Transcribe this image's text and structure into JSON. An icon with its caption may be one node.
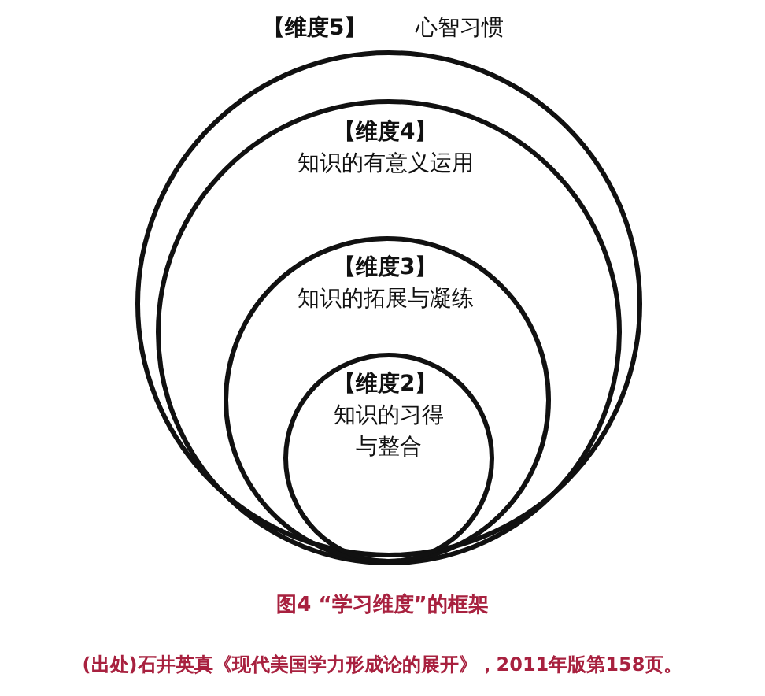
{
  "diagram": {
    "caption": "图4 “学习维度”的框架",
    "nodes": [
      {
        "text": [
          "【维度5】",
          "心智习惯"
        ]
      },
      {
        "text": [
          "【维度4】",
          "知识的有意义运用"
        ],
        "in": 0
      },
      {
        "text": [
          "【维度3】",
          "知识的拓展与凝练"
        ],
        "in": 1
      },
      {
        "text": [
          "【维度2】",
          "知识的习得与整合"
        ],
        "in": 2
      }
    ],
    "edges": [],
    "labels": [
      "(出处)石井英真《现代美国学力形成论的展开》，2011年版第158页。"
    ]
  }
}
